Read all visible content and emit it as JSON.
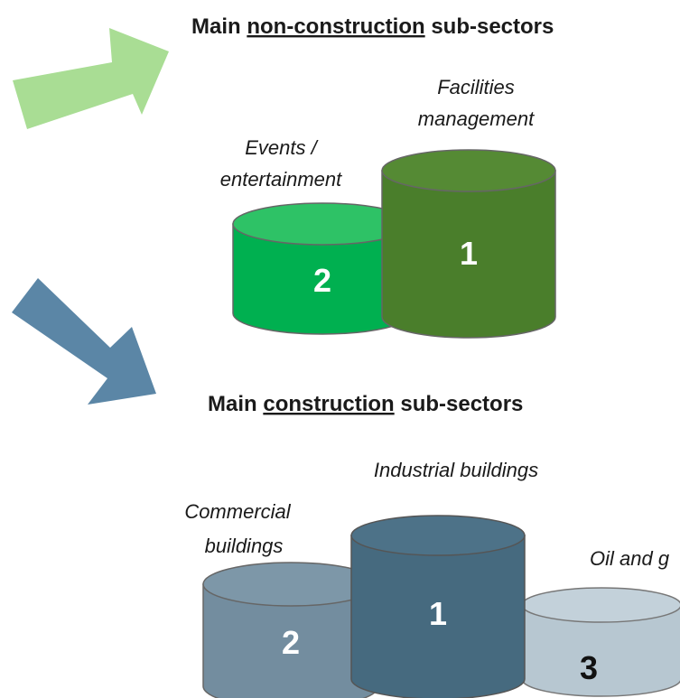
{
  "non_construction": {
    "title_prefix": "Main ",
    "title_underlined": "non-construction",
    "title_suffix": " sub-sectors",
    "events_label_line1": "Events /",
    "events_label_line2": "entertainment",
    "events_rank": "2",
    "facilities_label_line1": "Facilities",
    "facilities_label_line2": "management",
    "facilities_rank": "1"
  },
  "construction": {
    "title_prefix": "Main ",
    "title_underlined": "construction",
    "title_suffix": " sub-sectors",
    "commercial_label_line1": "Commercial",
    "commercial_label_line2": "buildings",
    "commercial_rank": "2",
    "industrial_label": "Industrial buildings",
    "industrial_rank": "1",
    "oil_label": "Oil and g",
    "oil_rank": "3"
  },
  "colors": {
    "arrow_green": "#a9dd94",
    "arrow_blue": "#5b86a6",
    "events_body": "#00b050",
    "events_top": "#2ec266",
    "facilities_body": "#4a7e2b",
    "facilities_top": "#558a34",
    "commercial_body": "#738d9f",
    "commercial_top": "#7d97a8",
    "industrial_body": "#466a7f",
    "industrial_top": "#4d7288",
    "oil_body": "#b7c7d1",
    "oil_top": "#c3d1da"
  }
}
